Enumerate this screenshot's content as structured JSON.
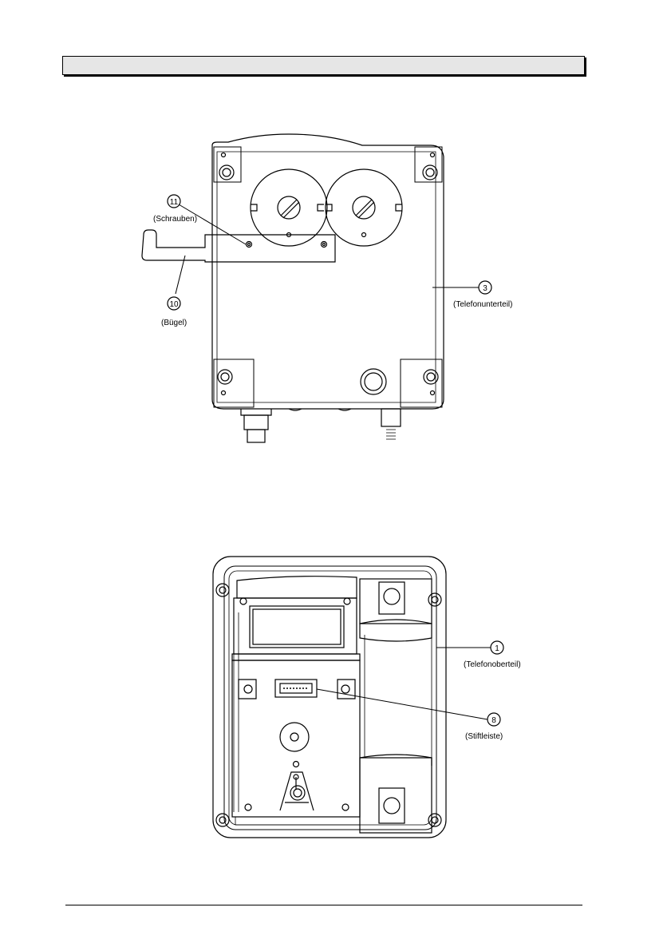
{
  "figure1": {
    "callouts": [
      {
        "number": "11",
        "label": "(Schrauben)"
      },
      {
        "number": "10",
        "label": "(Bügel)"
      },
      {
        "number": "3",
        "label": "(Telefonunterteil)"
      }
    ]
  },
  "figure2": {
    "callouts": [
      {
        "number": "1",
        "label": "(Telefonoberteil)"
      },
      {
        "number": "8",
        "label": "(Stiftleiste)"
      }
    ]
  }
}
